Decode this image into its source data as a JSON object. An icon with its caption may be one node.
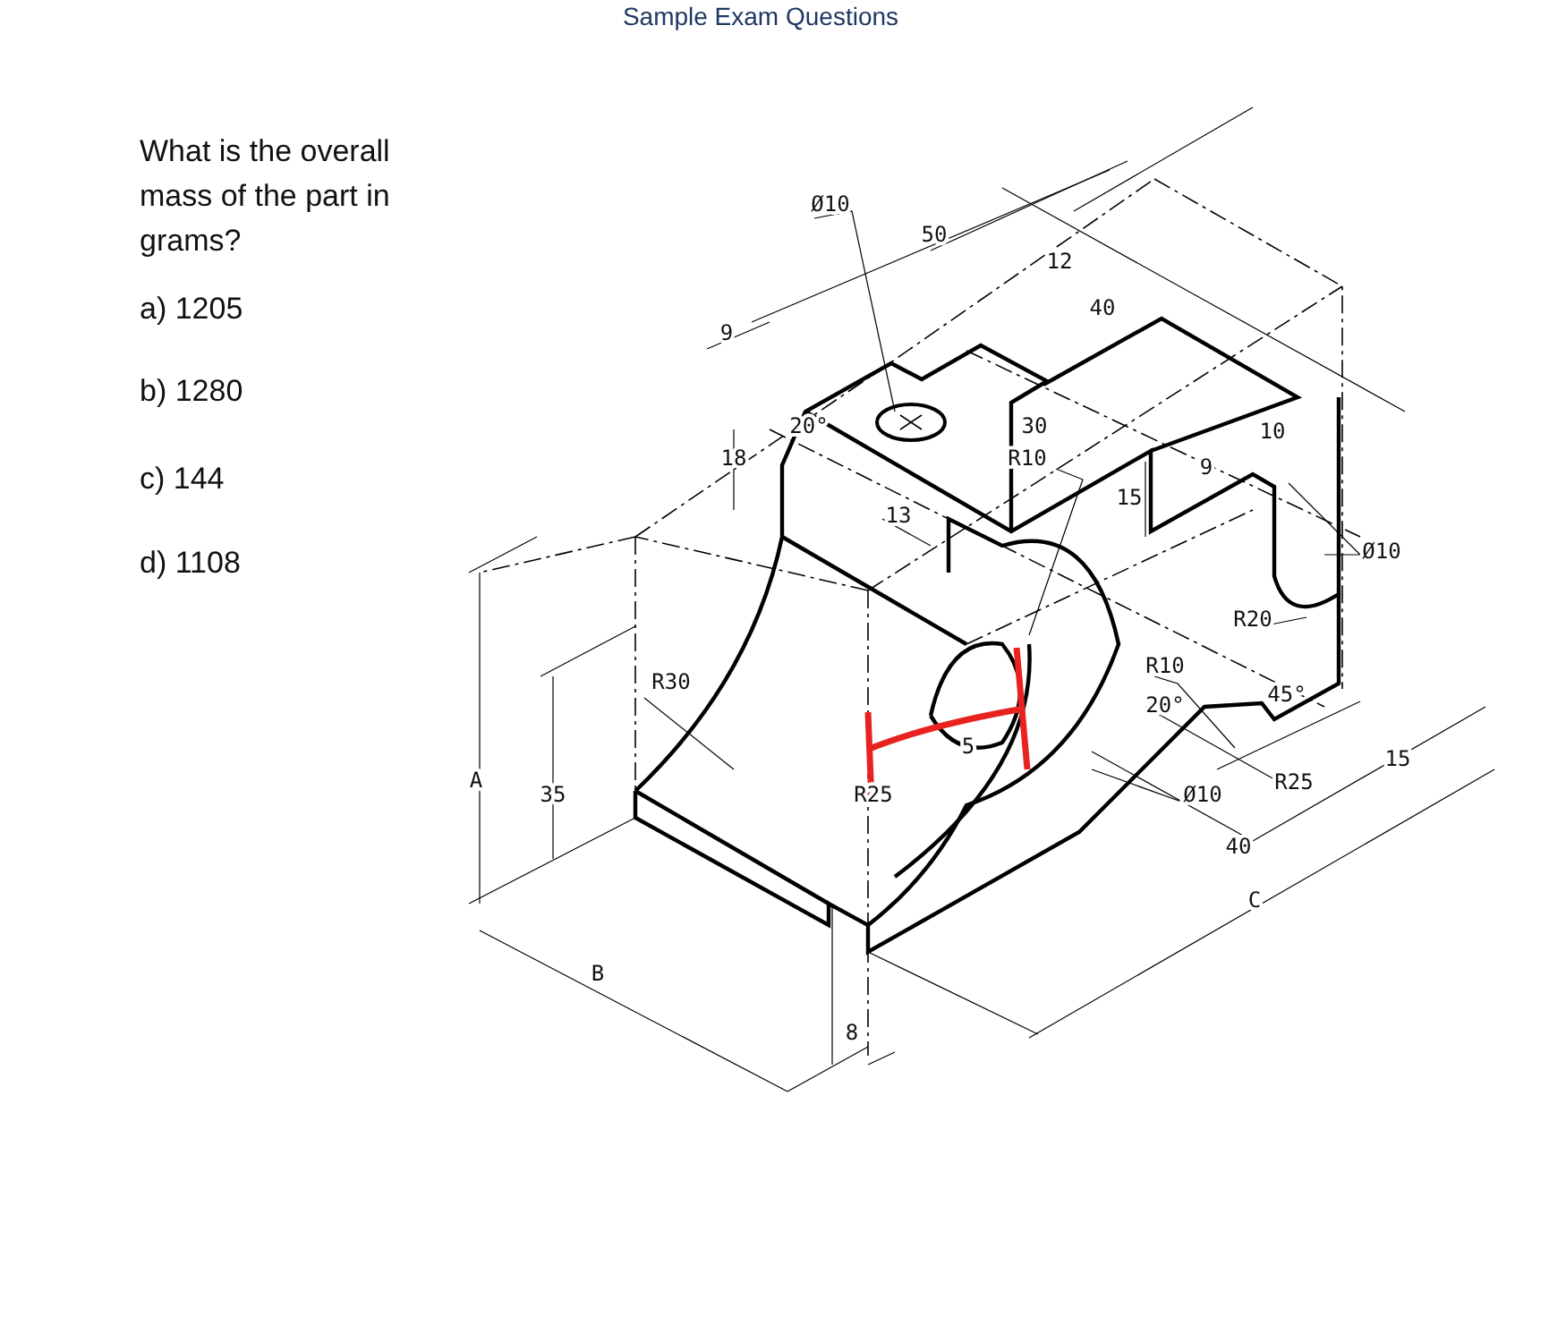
{
  "diagram": {
    "title": "Sample Exam Questions",
    "labels": [
      "What is the overall mass of the part in grams?",
      "a) 1205",
      "b) 1280",
      "c) 144",
      "d) 1108",
      "Ø10",
      "50",
      "12",
      "40",
      "9",
      "20°",
      "30",
      "R10",
      "10",
      "18",
      "13",
      "15",
      "9",
      "Ø10",
      "R20",
      "R30",
      "R10",
      "20°",
      "45°",
      "A",
      "35",
      "5",
      "R25",
      "Ø10",
      "R25",
      "15",
      "40",
      "C",
      "B",
      "8"
    ]
  }
}
